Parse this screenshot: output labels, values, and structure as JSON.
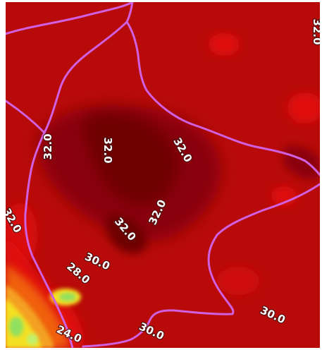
{
  "map": {
    "contour_labels": [
      "32.0",
      "32.0",
      "32.0",
      "32.0",
      "32.0",
      "32.0",
      "32.0",
      "30.0",
      "28.0",
      "30.0",
      "24.0",
      "30.0"
    ],
    "colors": {
      "base": "#b80a08",
      "darker": "#8a0507",
      "darkest": "#6e0406",
      "bright_red": "#e01010",
      "orange": "#f06010",
      "yellow": "#f4e020",
      "light_green": "#90e060",
      "boundary": "#d060e0"
    }
  }
}
